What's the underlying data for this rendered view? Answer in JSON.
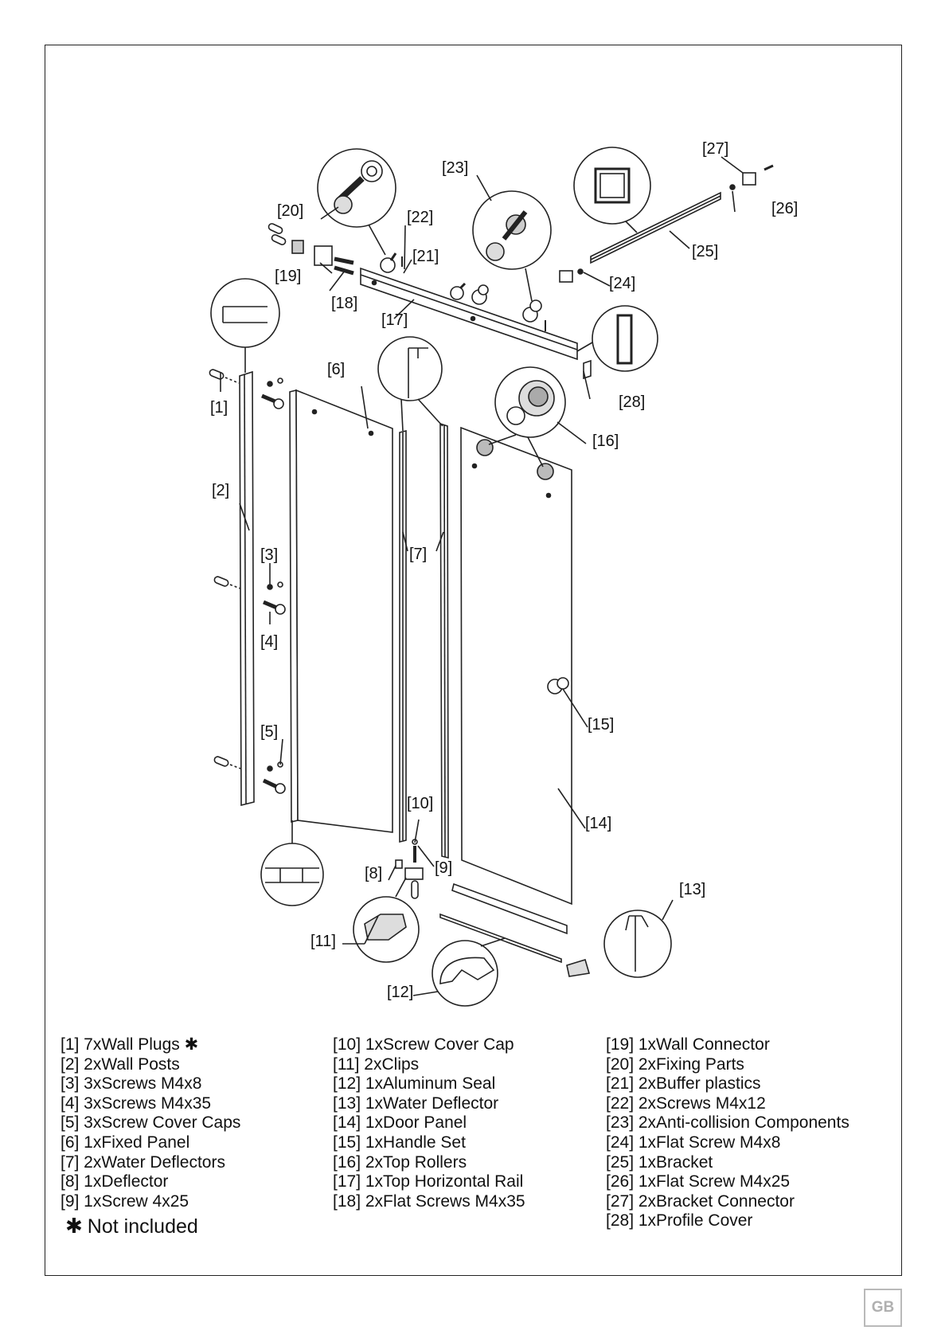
{
  "callouts": [
    "[1]",
    "[2]",
    "[3]",
    "[4]",
    "[5]",
    "[6]",
    "[7]",
    "[8]",
    "[9]",
    "[10]",
    "[11]",
    "[12]",
    "[13]",
    "[14]",
    "[15]",
    "[16]",
    "[17]",
    "[18]",
    "[19]",
    "[20]",
    "[21]",
    "[22]",
    "[23]",
    "[24]",
    "[25]",
    "[26]",
    "[27]",
    "[28]"
  ],
  "parts_col1": [
    "[1] 7xWall Plugs ✱",
    "[2] 2xWall Posts",
    "[3] 3xScrews M4x8",
    "[4] 3xScrews M4x35",
    "[5] 3xScrew Cover Caps",
    "[6] 1xFixed Panel",
    "[7] 2xWater Deflectors",
    "[8] 1xDeflector",
    "[9] 1xScrew 4x25"
  ],
  "parts_col2": [
    "[10] 1xScrew Cover Cap",
    "[11] 2xClips",
    "[12] 1xAluminum Seal",
    "[13] 1xWater Deflector",
    "[14] 1xDoor Panel",
    "[15] 1xHandle Set",
    "[16] 2xTop Rollers",
    "[17] 1xTop Horizontal Rail",
    "[18] 2xFlat Screws M4x35"
  ],
  "parts_col3": [
    "[19] 1xWall Connector",
    "[20] 2xFixing Parts",
    "[21] 2xBuffer plastics",
    "[22] 2xScrews M4x12",
    "[23] 2xAnti-collision Components",
    "[24] 1xFlat Screw M4x8",
    "[25] 1xBracket",
    "[26] 1xFlat Screw M4x25",
    "[27] 2xBracket Connector",
    "[28] 1xProfile Cover"
  ],
  "note": {
    "star": "✱",
    "text": "Not included"
  },
  "badge": "GB"
}
